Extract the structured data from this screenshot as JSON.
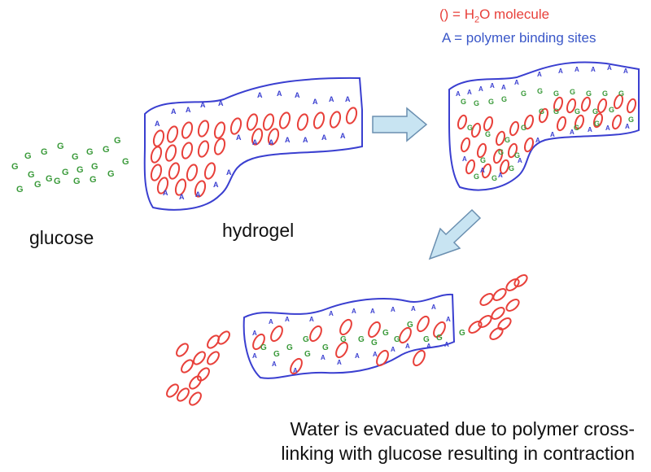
{
  "legend": {
    "water_symbol": "()",
    "water_prefix": " = H",
    "water_sub": "2",
    "water_suffix": "O molecule",
    "sites_text": "A = polymer binding sites"
  },
  "labels": {
    "glucose": "glucose",
    "hydrogel": "hydrogel",
    "caption_line1": "Water is evacuated due to polymer cross-",
    "caption_line2": "linking with glucose resulting in contraction"
  },
  "symbols": {
    "glucose": "G",
    "binding_site": "A"
  },
  "colors": {
    "water": "#e8403a",
    "polymer": "#3a3fd0",
    "glucose": "#3a9a3a",
    "arrow_fill": "#c8e4f2",
    "arrow_stroke": "#6a8fb0",
    "legend_water_text": "#e8403a",
    "legend_sites_text": "#3a57c8"
  }
}
